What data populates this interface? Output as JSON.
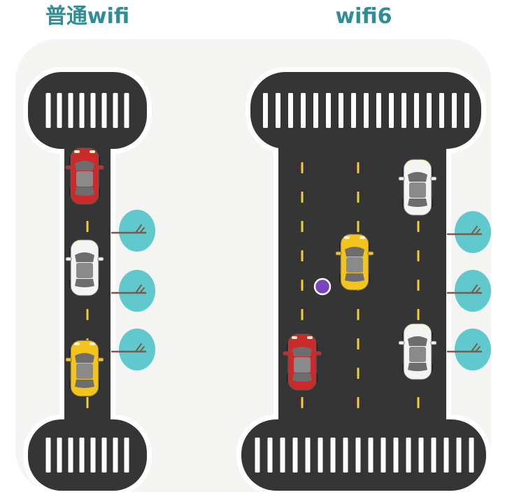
{
  "panels": [
    {
      "id": "left",
      "title": "普通wifi",
      "lanes": 1,
      "cars": [
        "red",
        "white",
        "yellow"
      ],
      "trees": 3
    },
    {
      "id": "right",
      "title": "wifi6",
      "lanes": 3,
      "cars": [
        "white",
        "yellow",
        "red",
        "white"
      ],
      "trees": 3
    }
  ],
  "colors": {
    "title": "#2f8d95",
    "road": "#353535",
    "crosswalk": "#ffffff",
    "lane_marking": "#f2cf3a",
    "tree_canopy": "#5fc9ce",
    "tree_trunk": "#7d5a45",
    "background": "#f4f4f2",
    "outline": "#ffffff",
    "marker": "#7a45b8",
    "car_red": "#cc2a2a",
    "car_white": "#f4f4f4",
    "car_yellow": "#f2c41c"
  },
  "icons": [
    "car-icon",
    "tree-icon",
    "dot-marker"
  ]
}
